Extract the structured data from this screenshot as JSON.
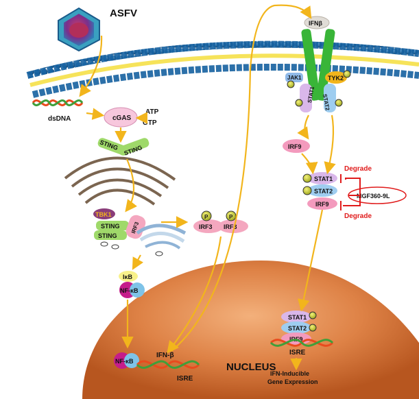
{
  "labels": {
    "asfv": "ASFV",
    "dsdna": "dsDNA",
    "cgas": "cGAS",
    "atp": "ATP",
    "gtp": "GTP",
    "sting": "STING",
    "tbk1": "TBK1",
    "irf3": "IRF3",
    "p": "P",
    "ikb": "IκB",
    "nfkb": "NF-κB",
    "ifnb": "IFNβ",
    "ifn_b_gene": "IFN-β",
    "jak1": "JAK1",
    "tyk2": "TYK2",
    "stat1": "STAT1",
    "stat2": "STAT2",
    "irf9": "IRF9",
    "mgf": "MGF360-9L",
    "degrade": "Degrade",
    "isre": "ISRE",
    "nucleus": "NUCLEUS",
    "ifn_inducible_1": "IFN-Inducible",
    "ifn_inducible_2": "Gene Expression"
  },
  "colors": {
    "arrow": "#f2b51c",
    "inhibit": "#e01b1b",
    "nucleus": "#d9793b",
    "membrane": "#0a4f86",
    "receptor": "#39b538"
  }
}
